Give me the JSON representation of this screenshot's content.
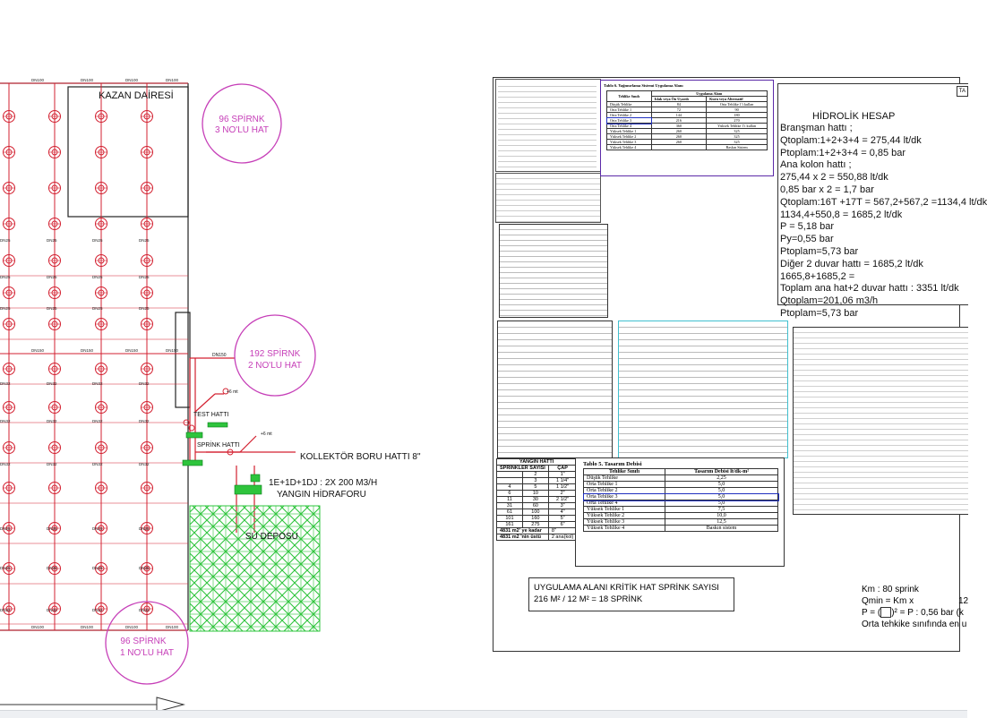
{
  "drawing": {
    "kazan_dairesi": "KAZAN DAİRESİ",
    "bubbles": [
      {
        "line1": "96 SPİRNK",
        "line2": "3 NO'LU HAT"
      },
      {
        "line1": "192 SPİRNK",
        "line2": "2 NO'LU HAT"
      },
      {
        "line1": "96 SPİRNK",
        "line2": "1 NO'LU HAT"
      }
    ],
    "dn100": "DN100",
    "dn150": "DN150",
    "dn25": "DN25",
    "dn32": "DN32",
    "dn150_riser": "DN150",
    "test_hatti": "TEST HATTI",
    "sprink_hatti": "SPRİNK HATTI",
    "plus6": "+6 mt",
    "kollektor": "KOLLEKTÖR BORU HATTI  8\"",
    "hidrofor_line1": "1E+1D+1DJ : 2X 200 M3/H",
    "hidrofor_line2": "YANGIN HİDRAFORU",
    "su_deposu": "SU DEPOSU"
  },
  "hidrolik": {
    "title": "HİDROLİK HESAP",
    "lines": [
      "Branşman hattı ;",
      "Qtoplam:1+2+3+4 = 275,44 lt/dk",
      "Ptoplam:1+2+3+4 = 0,85 bar",
      "Ana kolon hattı ;",
      "275,44 x 2 = 550,88 lt/dk",
      "0,85 bar x 2 = 1,7 bar",
      "Qtoplam:16T +17T = 567,2+567,2 =1134,4 lt/dk",
      "1134,4+550,8 = 1685,2 lt/dk",
      "P = 5,18 bar",
      "Py=0,55 bar",
      "Ptoplam=5,73 bar",
      "Diğer 2 duvar hattı = 1685,2 lt/dk",
      "1665,8+1685,2 =",
      "Toplam ana hat+2 duvar hattı : 3351 lt/dk",
      "Qtoplam=201,06 m3/h",
      "Ptoplam=5,73 bar"
    ],
    "corner_tag": "TA"
  },
  "table6": {
    "title": "Tablo 6.  Yağmurlama Sistemi Uygulama Alanı",
    "col1": "Tehlike Sınıfı",
    "col2": "Uygulama Alanı",
    "sub1": "Islak veya Ön Uyarılı",
    "sub2": "Kuru veya Alternatif",
    "rows": [
      [
        "Düşük Tehlike",
        "84",
        "Orta Tehlike 1'i kullan"
      ],
      [
        "Orta Tehlike 1",
        "72",
        "90"
      ],
      [
        "Orta Tehlike 2",
        "144",
        "180"
      ],
      [
        "Orta Tehlike 3",
        "216",
        "270"
      ],
      [
        "Orta Tehlike 4",
        "360",
        "Yüksek Tehlike 1'i kullan"
      ],
      [
        "Yüksek Tehlike 1",
        "260",
        "325"
      ],
      [
        "Yüksek Tehlike 2",
        "260",
        "325"
      ],
      [
        "Yüksek Tehlike 3",
        "260",
        "325"
      ],
      [
        "Yüksek Tehlike 4",
        "",
        "Baskın Sistem"
      ]
    ]
  },
  "yangin_hatti": {
    "title": "YANGIN HATTI",
    "h1": "SPRİNKLER SAYISI",
    "h2": "ÇAP",
    "rows": [
      [
        "",
        "2",
        "1\""
      ],
      [
        "",
        "3",
        "1 1/4\""
      ],
      [
        "4",
        "5",
        "1 1/2\""
      ],
      [
        "6",
        "10",
        "2\""
      ],
      [
        "11",
        "30",
        "2 1/2\""
      ],
      [
        "31",
        "60",
        "3\""
      ],
      [
        "61",
        "100",
        "4\""
      ],
      [
        "101",
        "160",
        "5\""
      ],
      [
        "161",
        "275",
        "6\""
      ],
      [
        "4831 m2' ye kadar",
        "",
        "8\""
      ],
      [
        "4831 m2 'nin üstü",
        "",
        "2 ana(kol)"
      ]
    ]
  },
  "table5": {
    "title": "Tablo 5.  Tasarım Debisi",
    "col1": "Tehlike Sınıfı",
    "col2": "Tasarım Debisi lt/dk-m²",
    "rows": [
      [
        "Düşük Tehlike",
        "2,25"
      ],
      [
        "Orta Tehlike 1",
        "5,0"
      ],
      [
        "Orta Tehlike 2",
        "5,0"
      ],
      [
        "Orta Tehlike 3",
        "5,0"
      ],
      [
        "Orta Tehlike 4",
        "5,0"
      ],
      [
        "Yüksek Tehlike 1",
        "7,5"
      ],
      [
        "Yüksek Tehlike 2",
        "10,0"
      ],
      [
        "Yüksek Tehlike 3",
        "12,5"
      ],
      [
        "Yüksek Tehlike 4",
        "Baskın sistem"
      ]
    ]
  },
  "kritik": {
    "line1": "UYGULAMA ALANI KRİTİK HAT SPRİNK SAYISI",
    "line2": "216 M² / 12 M² = 18 SPRİNK"
  },
  "km": {
    "line1": "Km : 80 sprink",
    "line2": "Qmin = Km x",
    "line2b": "12",
    "line3": "P = (",
    "line3b": ")² = P :  0,56 bar (k",
    "line4": "Orta tehkike sınıfında en u"
  }
}
